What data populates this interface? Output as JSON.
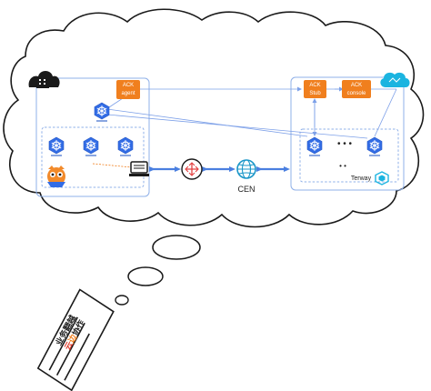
{
  "nodes": {
    "ack_agent": "ACK\nagent",
    "ack_stub": "ACK\nStub",
    "ack_console": "ACK\nconsole",
    "cen": "CEN",
    "terway": "Terway",
    "ellipsis": "• • •",
    "dots": "• •"
  },
  "note": {
    "line1": "业务翻越",
    "line2_a": "云",
    "line2_b": "边",
    "line2_c": "协作"
  },
  "icons": {
    "onprem": "building-icon",
    "cloud": "alibaba-cloud-icon",
    "k8s": "kubernetes-node-icon",
    "router": "router-icon",
    "gateway": "vpn-gateway-icon",
    "cen": "globe-icon",
    "mascot": "mascot-icon",
    "terway": "terway-icon"
  },
  "colors": {
    "orange": "#f07f1e",
    "k8s_blue": "#326ce5",
    "link_blue": "#4a7fe0",
    "cloud_cyan": "#1bb4e0",
    "ink": "#222222"
  }
}
